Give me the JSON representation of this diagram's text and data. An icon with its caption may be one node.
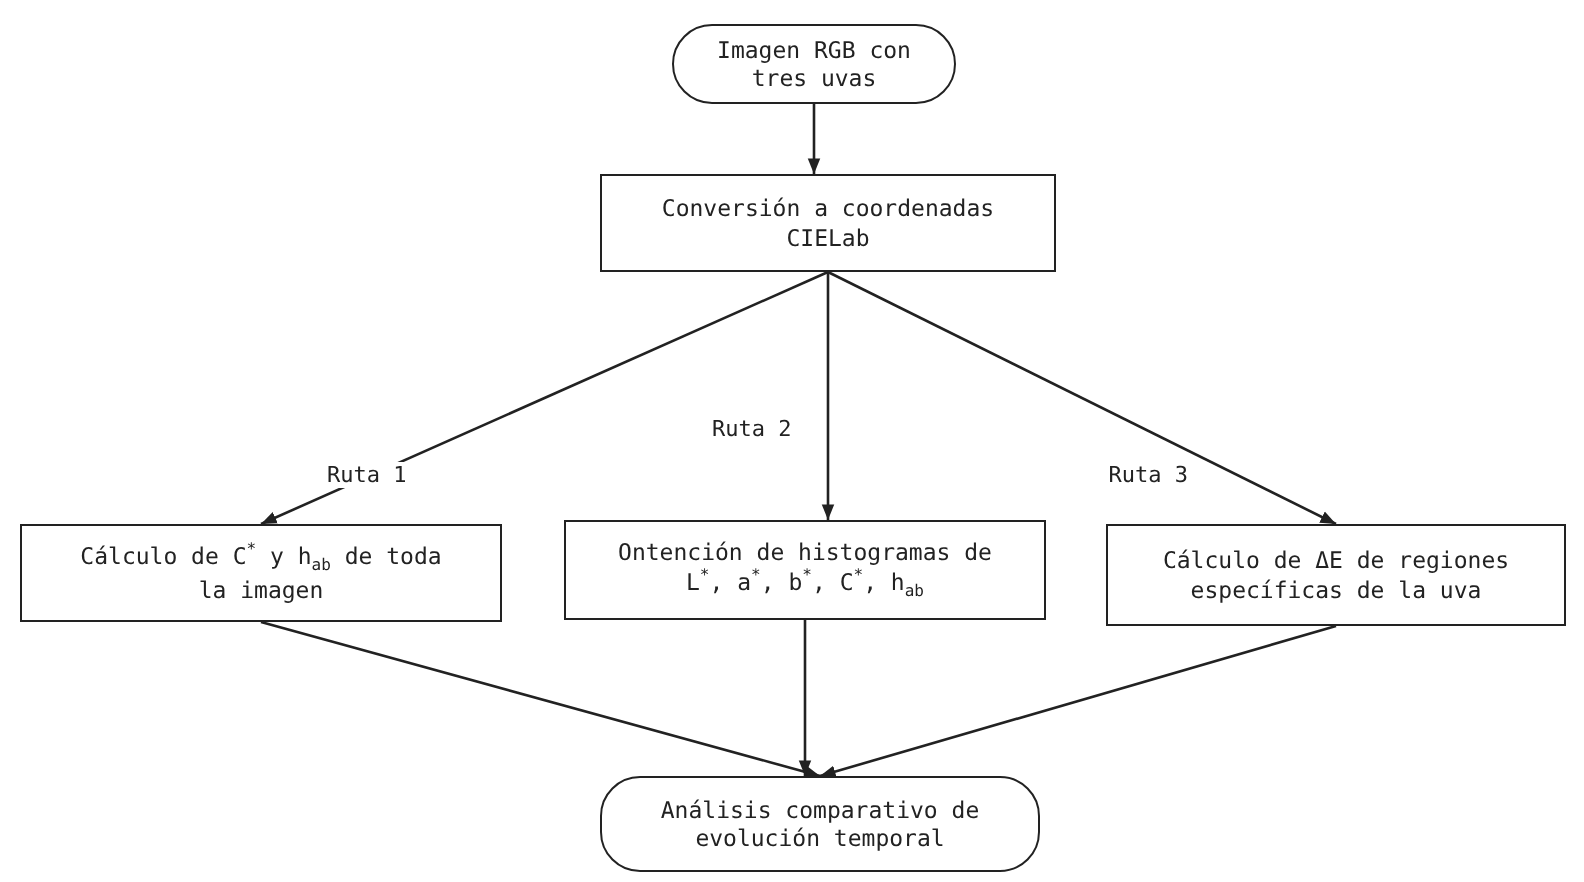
{
  "diagram": {
    "nodes": [
      {
        "text": [
          "Imagen RGB con tres uvas"
        ]
      },
      {
        "text": [
          "Conversión a coordenadas CIELab"
        ]
      },
      {
        "text": [
          "Cálculo de C$^{*}$ y h$_{ab}$ de toda la imagen"
        ]
      },
      {
        "text": [
          "Ontención de histogramas de L$^{*}$, a$^{*}$, b$^{*}$, C$^{*}$, h$_{ab}$"
        ]
      },
      {
        "text": [
          "Cálculo de ΔE de regiones específicas de la uva"
        ]
      },
      {
        "text": [
          "Análisis comparativo de evolución temporal"
        ]
      }
    ],
    "edges": [
      {
        "from": 0,
        "to": 1,
        "arrow": "to"
      },
      {
        "from": 1,
        "to": 2,
        "arrow": "to",
        "label": "Ruta 1"
      },
      {
        "from": 1,
        "to": 3,
        "arrow": "to",
        "label": "Ruta 2"
      },
      {
        "from": 1,
        "to": 4,
        "arrow": "to",
        "label": "Ruta 3"
      },
      {
        "from": 2,
        "to": 5,
        "arrow": "to"
      },
      {
        "from": 3,
        "to": 5,
        "arrow": "to"
      },
      {
        "from": 4,
        "to": 5,
        "arrow": "to"
      }
    ]
  }
}
